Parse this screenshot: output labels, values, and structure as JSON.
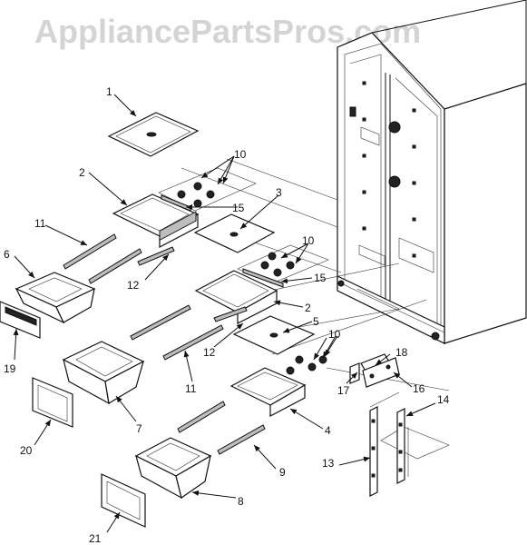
{
  "watermark": "AppliancePartsPros.com",
  "callouts": {
    "c1": "1",
    "c2a": "2",
    "c2b": "2",
    "c3": "3",
    "c4": "4",
    "c5": "5",
    "c6": "6",
    "c7": "7",
    "c8": "8",
    "c9": "9",
    "c10a": "10",
    "c10b": "10",
    "c10c": "10",
    "c11a": "11",
    "c11b": "11",
    "c12a": "12",
    "c12b": "12",
    "c13": "13",
    "c14": "14",
    "c15a": "15",
    "c15b": "15",
    "c16": "16",
    "c17": "17",
    "c18": "18",
    "c19": "19",
    "c20": "20",
    "c21": "21"
  }
}
